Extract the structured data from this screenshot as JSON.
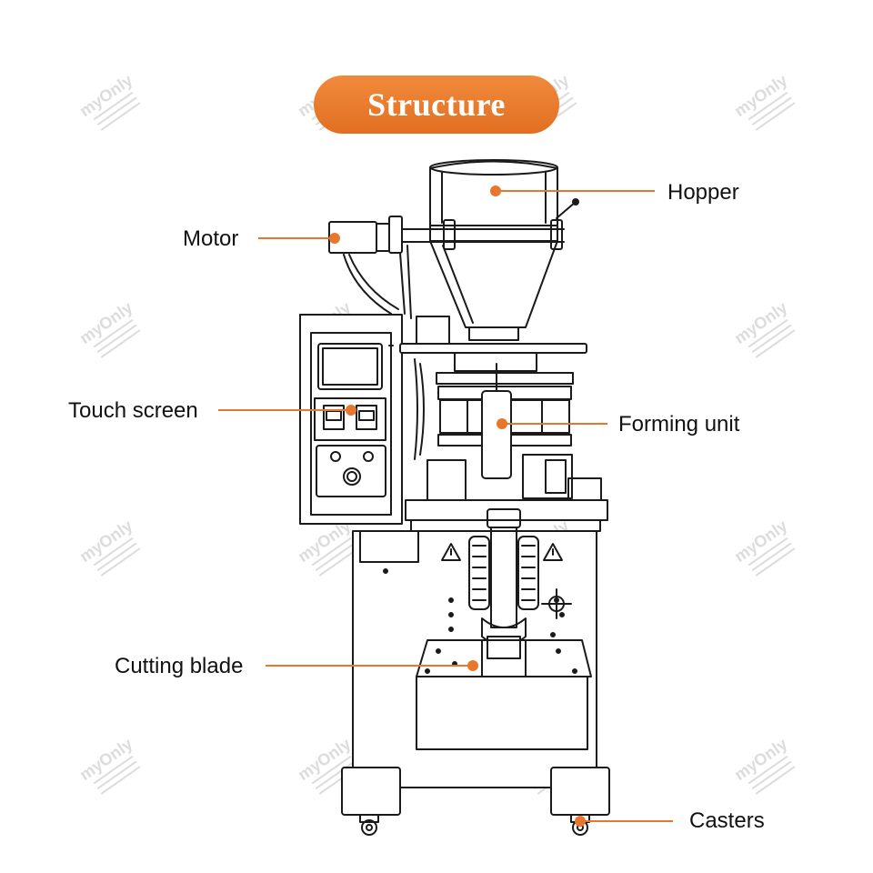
{
  "title": "Structure",
  "watermark": "myOnly",
  "colors": {
    "accent": "#e8772e",
    "line": "#1a1a1a",
    "watermark": "#dcdcdc"
  },
  "labels": {
    "hopper": "Hopper",
    "motor": "Motor",
    "touch_screen": "Touch screen",
    "forming_unit": "Forming unit",
    "cutting_blade": "Cutting blade",
    "casters": "Casters"
  }
}
